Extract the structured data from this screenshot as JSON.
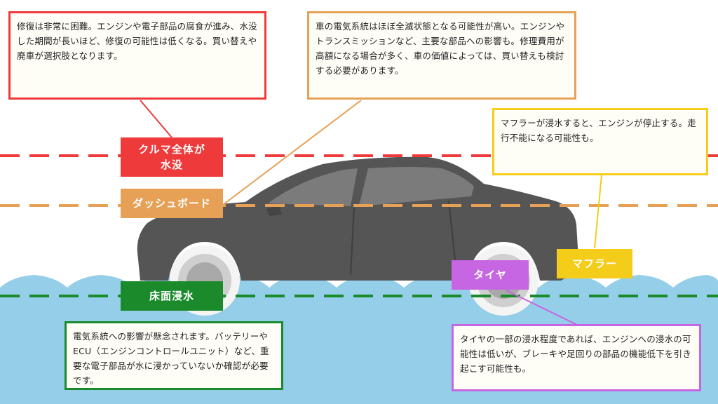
{
  "colors": {
    "full_submersion": "#ee3a3a",
    "dashboard": "#e7a156",
    "floor": "#1a8a2b",
    "muffler": "#f3cd1a",
    "tire": "#c766e2",
    "water": "#94cee8",
    "car_body": "#555556"
  },
  "levels": {
    "full_submersion": {
      "label": "クルマ全体が\n水没",
      "note": "修復は非常に困難。エンジンや電子部品の腐食が進み、水没した期間が長いほど、修復の可能性は低くなる。買い替えや廃車が選択肢となります。"
    },
    "dashboard": {
      "label": "ダッシュボード",
      "note": "車の電気系統はほぼ全滅状態となる可能性が高い。エンジンやトランスミッションなど、主要な部品への影響も。修理費用が高額になる場合が多く、車の価値によっては、買い替えも検討する必要があります。"
    },
    "floor": {
      "label": "床面浸水",
      "note": "電気系統への影響が懸念されます。バッテリーやECU（エンジンコントロールユニット）など、重要な電子部品が水に浸かっていないか確認が必要です。"
    }
  },
  "parts": {
    "muffler": {
      "label": "マフラー",
      "note": "マフラーが浸水すると、エンジンが停止する。走行不能になる可能性も。"
    },
    "tire": {
      "label": "タイヤ",
      "note": "タイヤの一部の浸水程度であれば、エンジンへの浸水の可能性は低いが、ブレーキや足回りの部品の機能低下を引き起こす可能性も。"
    }
  }
}
